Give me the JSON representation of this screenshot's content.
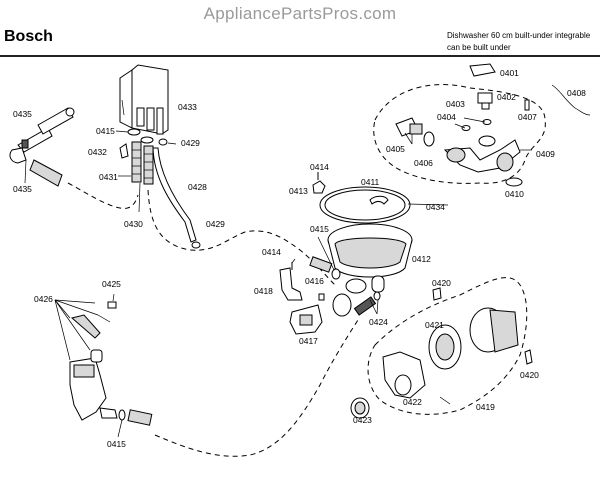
{
  "header": {
    "watermark": "AppliancePartsPros.com",
    "brand": "Bosch",
    "description_line1": "Dishwasher 60 cm built-under integrable",
    "description_line2": "can be built under"
  },
  "diagram": {
    "title": "Dishwasher parts exploded view",
    "part_labels": [
      {
        "id": "0401",
        "text": "0401"
      },
      {
        "id": "0402",
        "text": "0402"
      },
      {
        "id": "0403",
        "text": "0403"
      },
      {
        "id": "0404",
        "text": "0404"
      },
      {
        "id": "0405",
        "text": "0405"
      },
      {
        "id": "0406",
        "text": "0406"
      },
      {
        "id": "0407",
        "text": "0407"
      },
      {
        "id": "0408",
        "text": "0408"
      },
      {
        "id": "0409",
        "text": "0409"
      },
      {
        "id": "0410",
        "text": "0410"
      },
      {
        "id": "0411",
        "text": "0411"
      },
      {
        "id": "0412",
        "text": "0412"
      },
      {
        "id": "0413",
        "text": "0413"
      },
      {
        "id": "0414a",
        "text": "0414"
      },
      {
        "id": "0414b",
        "text": "0414"
      },
      {
        "id": "0415a",
        "text": "0415"
      },
      {
        "id": "0415b",
        "text": "0415"
      },
      {
        "id": "0415c",
        "text": "0415"
      },
      {
        "id": "0416",
        "text": "0416"
      },
      {
        "id": "0417",
        "text": "0417"
      },
      {
        "id": "0418",
        "text": "0418"
      },
      {
        "id": "0419",
        "text": "0419"
      },
      {
        "id": "0420a",
        "text": "0420"
      },
      {
        "id": "0420b",
        "text": "0420"
      },
      {
        "id": "0421",
        "text": "0421"
      },
      {
        "id": "0422",
        "text": "0422"
      },
      {
        "id": "0423",
        "text": "0423"
      },
      {
        "id": "0424",
        "text": "0424"
      },
      {
        "id": "0425",
        "text": "0425"
      },
      {
        "id": "0426",
        "text": "0426"
      },
      {
        "id": "0428",
        "text": "0428"
      },
      {
        "id": "0429a",
        "text": "0429"
      },
      {
        "id": "0429b",
        "text": "0429"
      },
      {
        "id": "0430",
        "text": "0430"
      },
      {
        "id": "0431",
        "text": "0431"
      },
      {
        "id": "0432",
        "text": "0432"
      },
      {
        "id": "0433",
        "text": "0433"
      },
      {
        "id": "0434",
        "text": "0434"
      },
      {
        "id": "0435a",
        "text": "0435"
      },
      {
        "id": "0435b",
        "text": "0435"
      }
    ]
  }
}
